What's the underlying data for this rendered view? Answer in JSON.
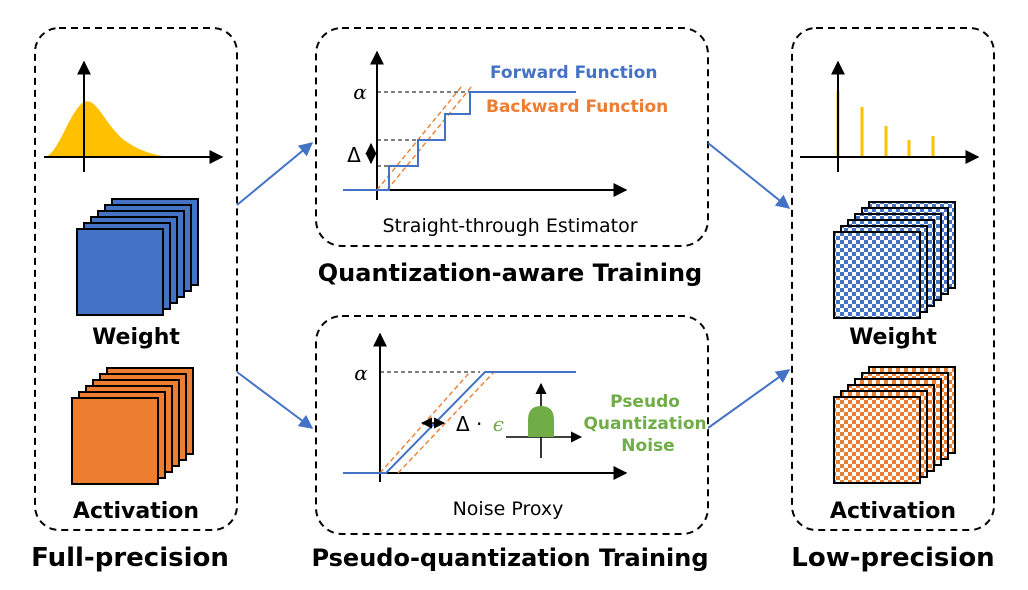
{
  "left_panel": {
    "weight_label": "Weight",
    "activation_label": "Activation",
    "caption": "Full-precision"
  },
  "qat_panel": {
    "alpha": "α",
    "delta": "Δ",
    "forward_label": "Forward Function",
    "backward_label": "Backward Function",
    "estimator_label": "Straight-through Estimator",
    "caption": "Quantization-aware Training"
  },
  "pqt_panel": {
    "alpha": "α",
    "delta_eps_prefix": "Δ ·",
    "epsilon": "ϵ",
    "noise_label_lines": [
      "Pseudo",
      "Quantization",
      "Noise"
    ],
    "proxy_label": "Noise Proxy",
    "caption": "Pseudo-quantization Training"
  },
  "right_panel": {
    "weight_label": "Weight",
    "activation_label": "Activation",
    "caption": "Low-precision"
  },
  "colors": {
    "weight_blue": "#4472c4",
    "activation_orange": "#ed7d31",
    "distribution_gold": "#ffc000",
    "noise_green": "#70ad47",
    "forward_blue": "#4472c4",
    "backward_orange": "#ed7d31",
    "arrow_blue": "#4472c4"
  }
}
